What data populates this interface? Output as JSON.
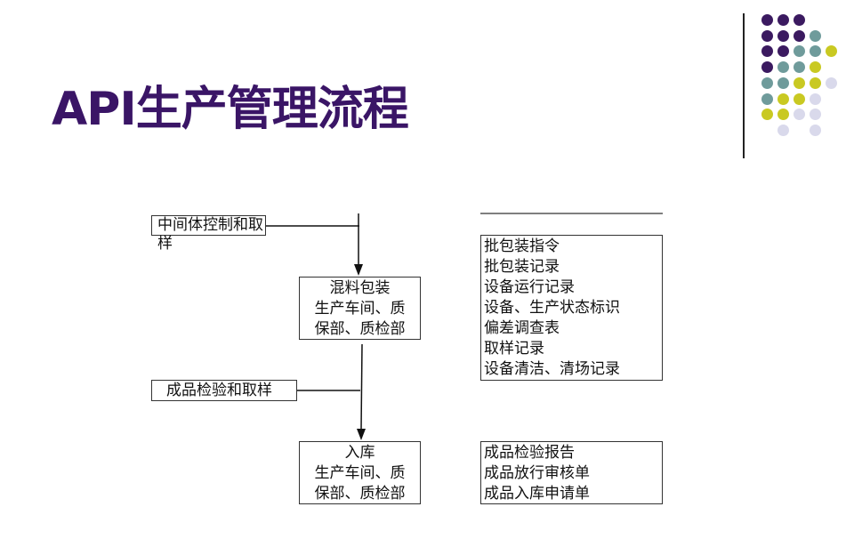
{
  "title": "API生产管理流程",
  "colors": {
    "title": "#3a1566",
    "purple": "#3b1a60",
    "teal": "#6f9b9b",
    "yellow": "#c9c922",
    "lavender": "#d9d9eb"
  },
  "decor_dots": [
    [
      "purple",
      "purple",
      "purple",
      null,
      null
    ],
    [
      "purple",
      "purple",
      "purple",
      "teal",
      null
    ],
    [
      "purple",
      "purple",
      "teal",
      "teal",
      "yellow"
    ],
    [
      "purple",
      "teal",
      "teal",
      "yellow",
      null
    ],
    [
      "teal",
      "teal",
      "yellow",
      "yellow",
      "lavender"
    ],
    [
      "teal",
      "yellow",
      "yellow",
      "lavender",
      null
    ],
    [
      "yellow",
      "yellow",
      "lavender",
      "lavender",
      null
    ],
    [
      null,
      "lavender",
      null,
      "lavender",
      null
    ]
  ],
  "flow": {
    "side1": "中间体控制和取样",
    "step1": [
      "混料包装",
      "生产车间、质",
      "保部、质检部"
    ],
    "side2": "成品检验和取样",
    "step2": [
      "入库",
      "生产车间、质",
      "保部、质检部"
    ]
  },
  "records1": [
    "批包装指令",
    "批包装记录",
    "设备运行记录",
    "设备、生产状态标识",
    "偏差调查表",
    "取样记录",
    "设备清洁、清场记录"
  ],
  "records2": [
    "成品检验报告",
    "成品放行审核单",
    "成品入库申请单"
  ]
}
